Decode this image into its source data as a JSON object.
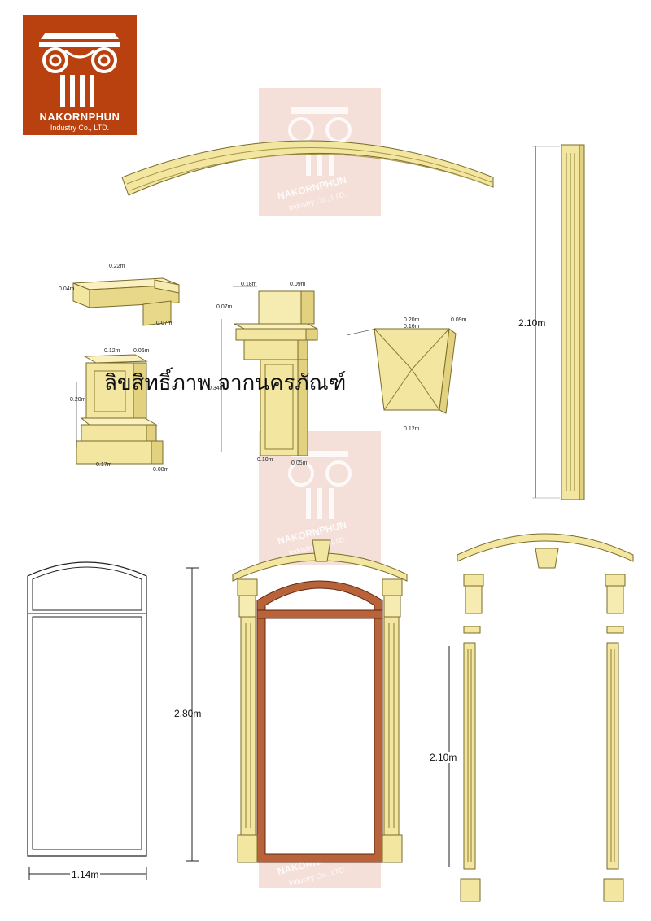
{
  "brand": {
    "name": "NAKORNPHUN",
    "subtitle": "Industry Co., LTD.",
    "colors": {
      "logo_bg": "#b8410f",
      "component": "#f2e6a0",
      "frame": "#b8633a"
    }
  },
  "copyright_text": "ลิขสิทธิ์ภาพ จากนครภัณฑ์",
  "dimensions": {
    "tall_pilaster_height": "2.10m",
    "window_height": "2.80m",
    "window_width": "1.14m",
    "exploded_pilaster_height": "2.10m"
  },
  "small_dims": {
    "capital_width": "0.18m",
    "capital_side": "0.09m",
    "capital_top": "0.07m",
    "capital_base_w": "0.10m",
    "capital_base_d": "0.05m",
    "key_top": "0.20m",
    "key_mid": "0.16m",
    "key_bot": "0.12m",
    "pedestal_w": "0.17m",
    "pedestal_d": "0.08m",
    "pedestal_h": "0.20m",
    "pedestal_top_w": "0.12m",
    "pedestal_top_d": "0.06m",
    "block_w": "0.22m",
    "block_h": "0.04m",
    "block_d": "0.07m",
    "capital_h": "0.34m",
    "key_side": "0.09m"
  }
}
